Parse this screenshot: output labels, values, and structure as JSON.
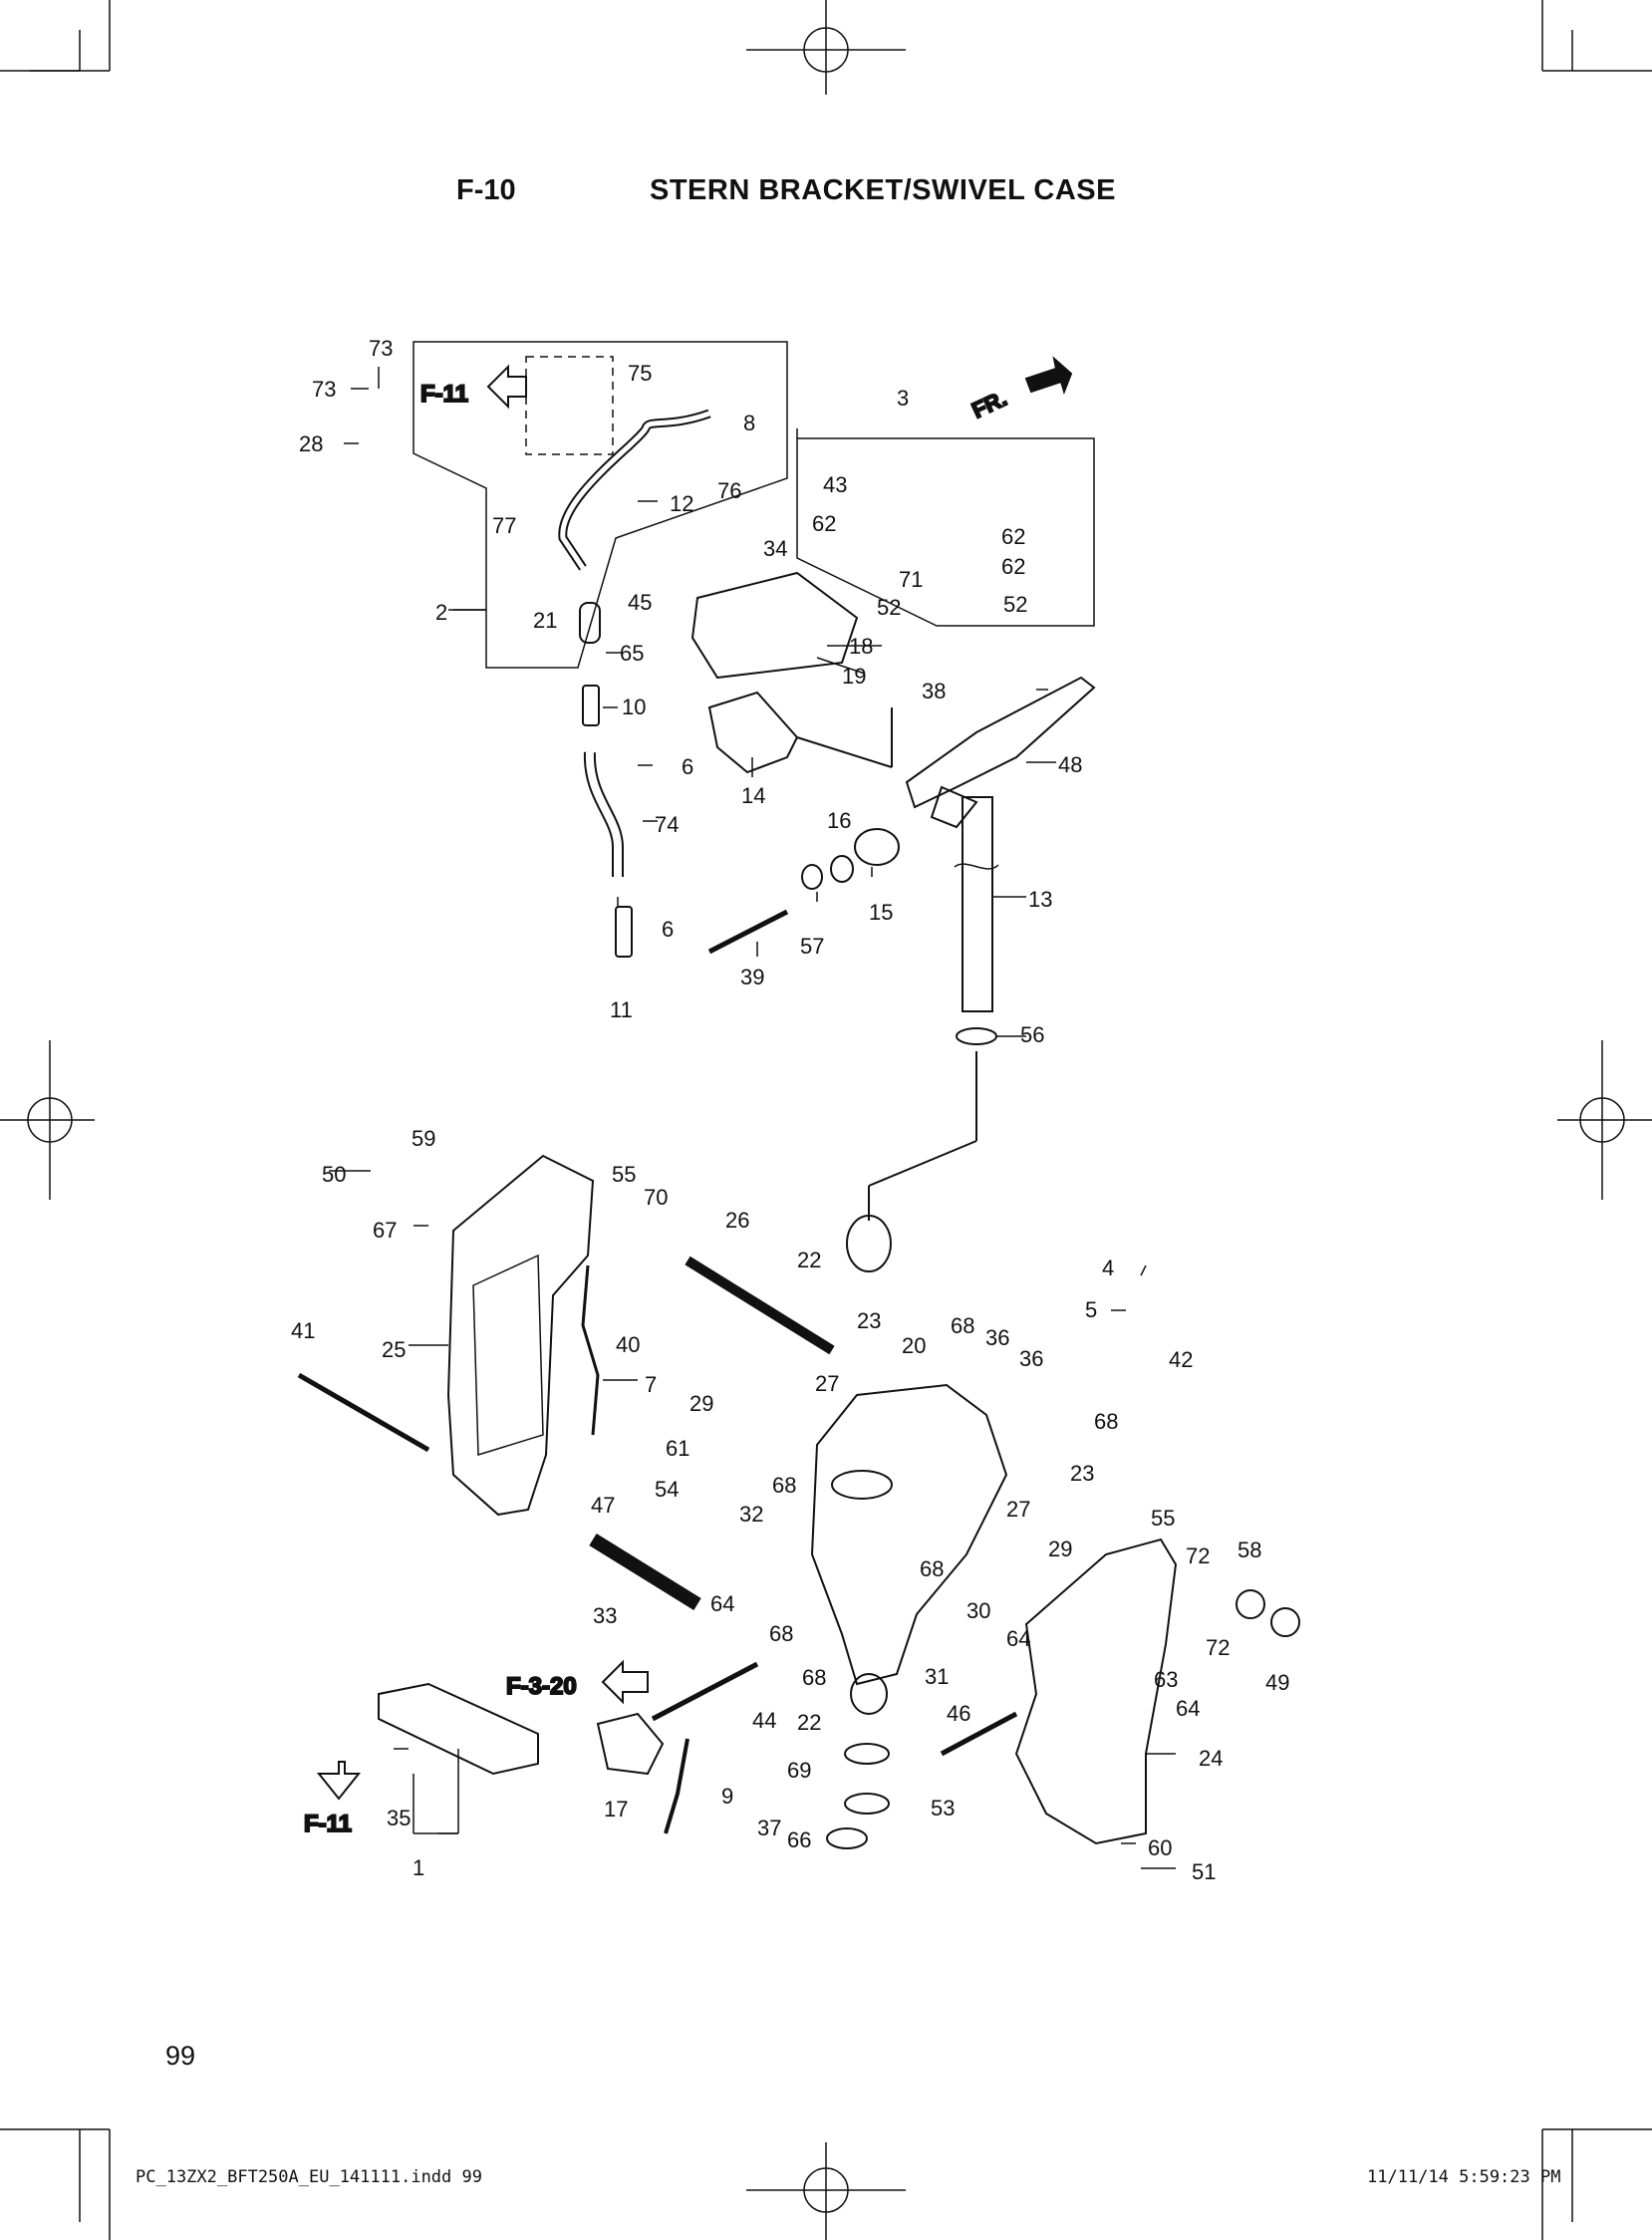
{
  "header": {
    "code": "F-10",
    "title": "STERN BRACKET/SWIVEL CASE"
  },
  "page_number": "99",
  "footer": {
    "file": "PC_13ZX2_BFT250A_EU_141111.indd   99",
    "timestamp": "11/11/14   5:59:23 PM"
  },
  "direction_label": "FR.",
  "references": [
    "F-11",
    "F-3-20",
    "F-11"
  ],
  "callouts": [
    "73",
    "73",
    "28",
    "75",
    "8",
    "76",
    "12",
    "77",
    "21",
    "2",
    "45",
    "65",
    "34",
    "18",
    "19",
    "3",
    "43",
    "62",
    "62",
    "62",
    "71",
    "52",
    "52",
    "38",
    "48",
    "10",
    "6",
    "74",
    "6",
    "11",
    "14",
    "16",
    "15",
    "57",
    "39",
    "13",
    "56",
    "50",
    "59",
    "67",
    "55",
    "70",
    "26",
    "22",
    "40",
    "41",
    "25",
    "7",
    "4",
    "5",
    "42",
    "23",
    "20",
    "68",
    "36",
    "36",
    "68",
    "29",
    "27",
    "23",
    "27",
    "55",
    "29",
    "61",
    "54",
    "47",
    "68",
    "32",
    "33",
    "64",
    "68",
    "68",
    "68",
    "30",
    "31",
    "64",
    "72",
    "58",
    "72",
    "63",
    "64",
    "49",
    "44",
    "22",
    "46",
    "24",
    "17",
    "9",
    "69",
    "53",
    "37",
    "66",
    "60",
    "51",
    "35",
    "1"
  ]
}
